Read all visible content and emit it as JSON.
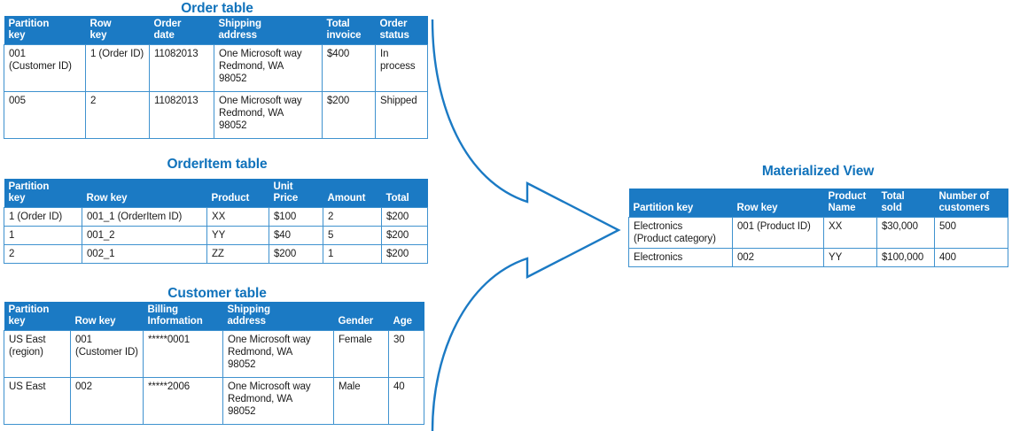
{
  "accent": {
    "title_blue": "#1072bb",
    "header_blue": "#1b7ac4",
    "border_blue": "#3f92cf",
    "arrow_stroke": "#1b7ac4",
    "arrow_fill": "#ffffff"
  },
  "tables": {
    "order": {
      "title": "Order table",
      "columns": [
        "Partition\nkey",
        "Row\nkey",
        "Order\ndate",
        "Shipping\naddress",
        "Total\ninvoice",
        "Order\nstatus"
      ],
      "rows": [
        [
          "001\n(Customer ID)",
          "1 (Order ID)",
          "11082013",
          "One Microsoft way\nRedmond, WA\n98052",
          "$400",
          "In\nprocess"
        ],
        [
          "005",
          "2",
          "11082013",
          "One Microsoft way\nRedmond, WA\n98052",
          "$200",
          "Shipped"
        ]
      ]
    },
    "orderitem": {
      "title": "OrderItem table",
      "columns": [
        "Partition\nkey",
        "Row key",
        "Product",
        "Unit\nPrice",
        "Amount",
        "Total"
      ],
      "rows": [
        [
          "1 (Order ID)",
          "001_1 (OrderItem ID)",
          "XX",
          "$100",
          "2",
          "$200"
        ],
        [
          "1",
          "001_2",
          "YY",
          "$40",
          "5",
          "$200"
        ],
        [
          "2",
          "002_1",
          "ZZ",
          "$200",
          "1",
          "$200"
        ]
      ]
    },
    "customer": {
      "title": "Customer table",
      "columns": [
        "Partition\nkey",
        "Row key",
        "Billing\nInformation",
        "Shipping\naddress",
        "Gender",
        "Age"
      ],
      "rows": [
        [
          "US East\n(region)",
          "001\n(Customer ID)",
          "*****0001",
          "One Microsoft way\nRedmond, WA\n98052",
          "Female",
          "30"
        ],
        [
          "US East",
          "002",
          "*****2006",
          "One Microsoft way\nRedmond, WA\n98052",
          "Male",
          "40"
        ]
      ]
    },
    "materialized": {
      "title": "Materialized View",
      "columns": [
        "Partition key",
        "Row key",
        "Product\nName",
        "Total\nsold",
        "Number of\ncustomers"
      ],
      "rows": [
        [
          "Electronics\n(Product category)",
          "001 (Product ID)",
          "XX",
          "$30,000",
          "500"
        ],
        [
          "Electronics",
          "002",
          "YY",
          "$100,000",
          "400"
        ]
      ]
    }
  },
  "arrow": {
    "name": "merge-arrow",
    "description": "curved double-tail arrow pointing right"
  }
}
